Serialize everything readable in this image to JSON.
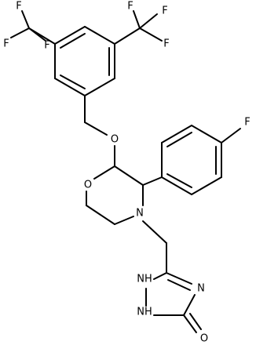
{
  "atoms": {
    "f_left_top": "F",
    "f_left_mid": "F",
    "f_left_low": "F",
    "f_right_top": "F",
    "f_right_mid": "F",
    "f_right_low": "F",
    "f_para": "F",
    "o_ether": "O",
    "o_ring": "O",
    "n_morpholine": "N",
    "nh_upper": "NH",
    "nh_lower": "NH",
    "n_triazole": "N",
    "o_carbonyl": "O"
  },
  "colors": {
    "bond": "#000000",
    "label": "#000000",
    "background": "#ffffff"
  }
}
